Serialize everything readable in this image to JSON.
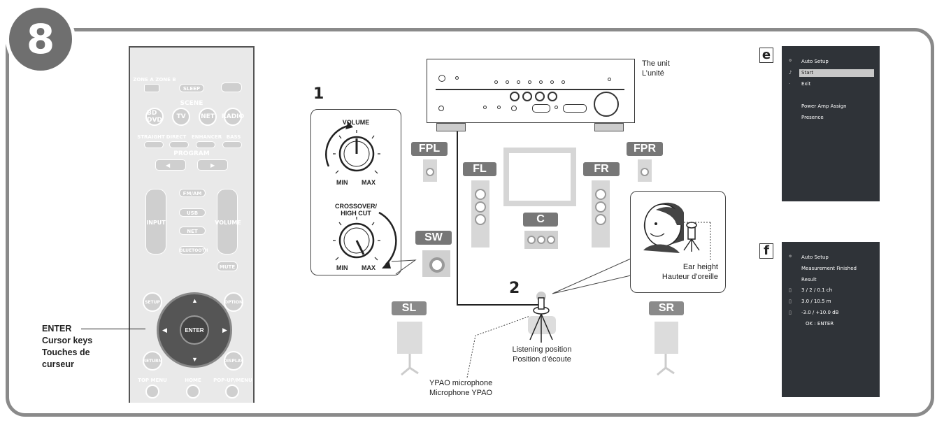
{
  "step": {
    "number": "8"
  },
  "remote": {
    "zone_a": "ZONE A",
    "zone_b": "ZONE B",
    "sleep": "SLEEP",
    "scene": "SCENE",
    "scene_buttons": [
      "BD DVD",
      "TV",
      "NET",
      "RADIO"
    ],
    "mode_buttons": [
      "STRAIGHT",
      "DIRECT",
      "ENHANCER",
      "BASS"
    ],
    "program": "PROGRAM",
    "input": "INPUT",
    "volume": "VOLUME",
    "source_buttons": [
      "FM/AM",
      "USB",
      "NET",
      "BLUETOOTH"
    ],
    "mute": "MUTE",
    "setup": "SETUP",
    "option": "OPTION",
    "enter": "ENTER",
    "return": "RETURN",
    "display": "DISPLAY",
    "bottom_buttons": [
      "TOP MENU",
      "HOME",
      "POP-UP/MENU"
    ]
  },
  "enter_label": {
    "line1": "ENTER",
    "line2": "Cursor keys",
    "line3": "Touches de",
    "line4": "curseur"
  },
  "knobs": {
    "step1": "1",
    "volume": "VOLUME",
    "min": "MIN",
    "max": "MAX",
    "crossover": "CROSSOVER/",
    "highcut": "HIGH CUT"
  },
  "unit": {
    "line1": "The unit",
    "line2": "L’unité"
  },
  "speakers": {
    "fpl": "FPL",
    "fpr": "FPR",
    "fl": "FL",
    "fr": "FR",
    "c": "C",
    "sw": "SW",
    "sl": "SL",
    "sr": "SR"
  },
  "step2": "2",
  "ear": {
    "line1": "Ear height",
    "line2": "Hauteur d’oreille"
  },
  "listening": {
    "line1": "Listening position",
    "line2": "Position d’écoute"
  },
  "ypao": {
    "line1": "YPAO microphone",
    "line2": "Microphone YPAO"
  },
  "screen_e": {
    "letter": "e",
    "title": "Auto Setup",
    "items": [
      "Start",
      "Exit"
    ],
    "items2": [
      "Power Amp Assign",
      "Presence"
    ]
  },
  "screen_f": {
    "letter": "f",
    "title": "Auto Setup",
    "lines": [
      "Measurement Finished",
      "Result"
    ],
    "results": [
      "3 / 2 / 0.1 ch",
      "3.0 / 10.5 m",
      "-3.0 / +10.0 dB"
    ],
    "ok": "OK : ENTER"
  }
}
